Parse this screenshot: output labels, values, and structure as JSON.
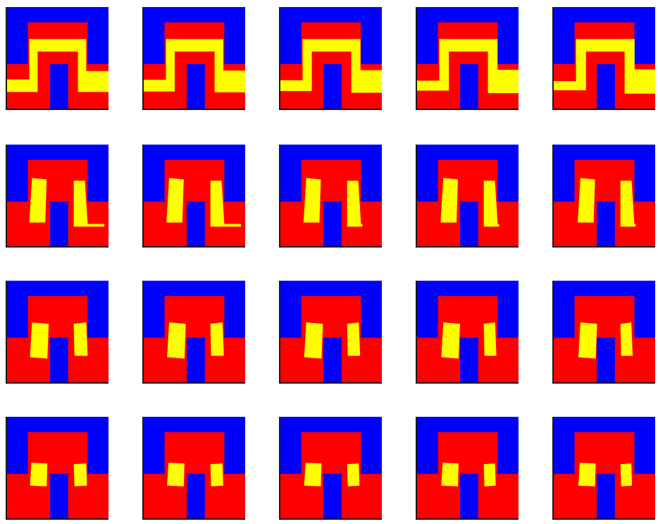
{
  "figure": {
    "rows": 4,
    "cols": 5,
    "colors": {
      "outer_region": "#0000ff",
      "middle_region": "#ff0000",
      "evolving_region": "#ffff00",
      "axis_line": "#1a1a1a",
      "background": "#ffffff"
    },
    "evolving_region_stages": [
      "connected-arch",
      "connected-arch",
      "connected-arch",
      "connected-arch",
      "connected-arch",
      "split-legs-long",
      "split-legs-long",
      "split-legs",
      "split-legs",
      "split-legs",
      "split-blocks",
      "split-blocks",
      "split-blocks",
      "split-blocks",
      "split-blocks",
      "split-blocks-small",
      "split-blocks-small",
      "split-blocks-small",
      "split-blocks-small",
      "split-blocks-small"
    ]
  }
}
